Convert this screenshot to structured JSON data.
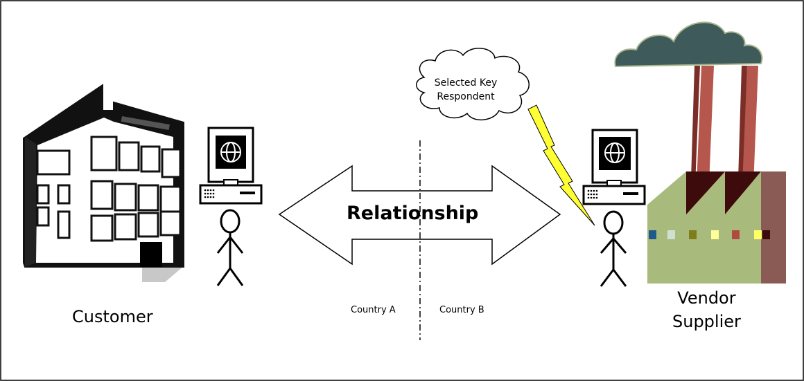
{
  "customer": {
    "label": "Customer"
  },
  "vendor": {
    "line1": "Vendor",
    "line2": "Supplier"
  },
  "relationship": {
    "label": "Relationship"
  },
  "countries": {
    "a": "Country A",
    "b": "Country B"
  },
  "respondent": {
    "label": "Selected Key Respondent"
  },
  "colors": {
    "factory_wall": "#a9bb7c",
    "factory_side": "#8a5a55",
    "factory_roof_dark": "#3d0b0b",
    "chimney": "#b5574c",
    "smoke": "#3e5a5a",
    "smoke_edge": "#a7b58c",
    "lightning": "#ffff33",
    "window_colors": [
      "#1e5b8c",
      "#cfe0d2",
      "#7d7d19",
      "#ffff99",
      "#b04a40",
      "#ffff66",
      "#3d0b0b"
    ]
  },
  "icons": [
    "office-building-icon",
    "computer-icon",
    "stick-figure-icon",
    "factory-icon",
    "smoke-cloud-icon",
    "lightning-icon",
    "speech-cloud-icon",
    "double-arrow-icon"
  ]
}
